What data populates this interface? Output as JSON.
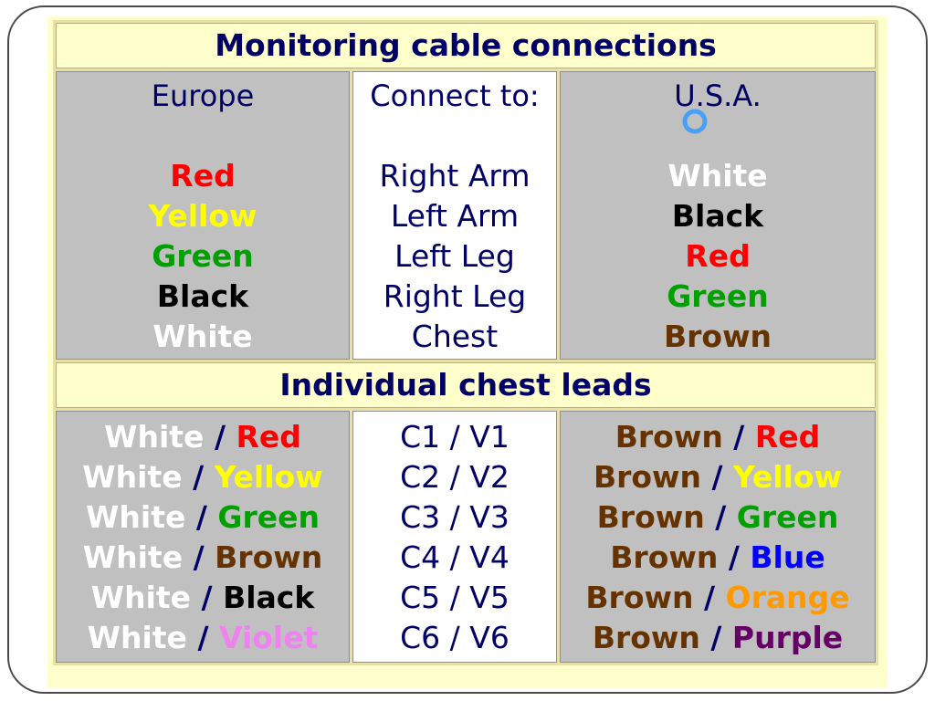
{
  "colors": {
    "Red": "#ff0000",
    "Yellow": "#ffff00",
    "Green": "#00a000",
    "Black": "#000000",
    "White": "#ffffff",
    "Brown": "#663300",
    "Violet": "#ee82ee",
    "Blue": "#0000ff",
    "Orange": "#ff9900",
    "Purple": "#660066"
  },
  "table": {
    "title": "Monitoring cable connections",
    "columns": {
      "europe": "Europe",
      "connect": "Connect to:",
      "usa": "U.S.A."
    },
    "limb_rows": [
      {
        "europe": "Red",
        "connect": "Right Arm",
        "usa": "White"
      },
      {
        "europe": "Yellow",
        "connect": "Left Arm",
        "usa": "Black"
      },
      {
        "europe": "Green",
        "connect": "Left Leg",
        "usa": "Red"
      },
      {
        "europe": "Black",
        "connect": "Right Leg",
        "usa": "Green"
      },
      {
        "europe": "White",
        "connect": "Chest",
        "usa": "Brown"
      }
    ],
    "chest_title": "Individual chest leads",
    "separator": "/",
    "chest_rows": [
      {
        "europe": [
          "White",
          "Red"
        ],
        "lead": "C1 / V1",
        "usa": [
          "Brown",
          "Red"
        ]
      },
      {
        "europe": [
          "White",
          "Yellow"
        ],
        "lead": "C2 / V2",
        "usa": [
          "Brown",
          "Yellow"
        ]
      },
      {
        "europe": [
          "White",
          "Green"
        ],
        "lead": "C3 / V3",
        "usa": [
          "Brown",
          "Green"
        ]
      },
      {
        "europe": [
          "White",
          "Brown"
        ],
        "lead": "C4 / V4",
        "usa": [
          "Brown",
          "Blue"
        ]
      },
      {
        "europe": [
          "White",
          "Black"
        ],
        "lead": "C5 / V5",
        "usa": [
          "Brown",
          "Orange"
        ]
      },
      {
        "europe": [
          "White",
          "Violet"
        ],
        "lead": "C6 / V6",
        "usa": [
          "Brown",
          "Purple"
        ]
      }
    ]
  }
}
